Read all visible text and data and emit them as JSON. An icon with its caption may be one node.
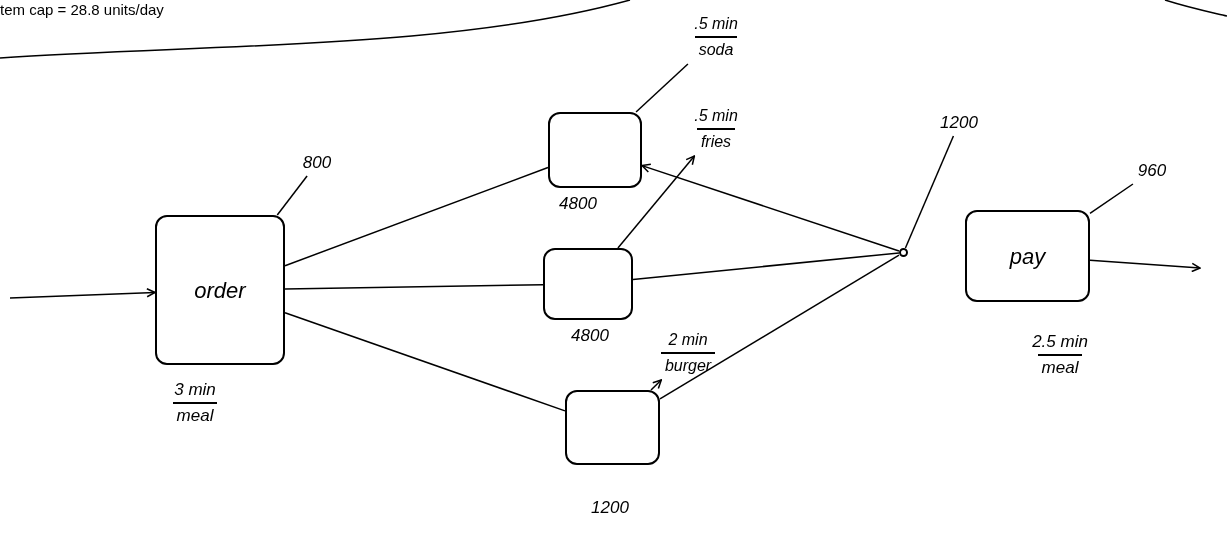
{
  "diagram": {
    "nodes": [
      {
        "text": [
          "order"
        ],
        "beside": [
          "3 min",
          "meal"
        ]
      },
      {
        "text": [
          "800"
        ]
      },
      {
        "text": [],
        "shape": "box",
        "beside": [
          "4800"
        ]
      },
      {
        "text": [
          ".5 min",
          "soda"
        ]
      },
      {
        "text": [],
        "shape": "box",
        "beside": [
          "4800"
        ]
      },
      {
        "text": [
          ".5 min",
          "fries"
        ]
      },
      {
        "text": [],
        "shape": "box",
        "beside": [
          "1200"
        ]
      },
      {
        "text": [
          "2 min",
          "burger"
        ]
      },
      {
        "text": [],
        "shape": "circle"
      },
      {
        "text": [
          "1200"
        ]
      },
      {
        "text": [
          "pay"
        ],
        "beside": [
          "2.5 min",
          "meal"
        ]
      },
      {
        "text": [
          "960"
        ]
      }
    ],
    "edges": [
      {
        "from": null,
        "to": 0,
        "arrow": "to"
      },
      {
        "from": 1,
        "to": 0,
        "arrow": "none"
      },
      {
        "from": 0,
        "to": 2,
        "arrow": "none"
      },
      {
        "from": 0,
        "to": 4,
        "arrow": "none"
      },
      {
        "from": 0,
        "to": 6,
        "arrow": "none"
      },
      {
        "from": 2,
        "to": 3,
        "arrow": "none"
      },
      {
        "from": 4,
        "to": 5,
        "arrow": "to"
      },
      {
        "from": 6,
        "to": 7,
        "arrow": "to"
      },
      {
        "from": 8,
        "to": 2,
        "arrow": "to"
      },
      {
        "from": 4,
        "to": 8,
        "arrow": "none"
      },
      {
        "from": 6,
        "to": 8,
        "arrow": "none"
      },
      {
        "from": 9,
        "to": 8,
        "arrow": "none"
      },
      {
        "from": 11,
        "to": 10,
        "arrow": "none"
      },
      {
        "from": 10,
        "to": null,
        "arrow": "to"
      }
    ],
    "labels": [
      "tem cap = 28.8 units/day"
    ]
  }
}
